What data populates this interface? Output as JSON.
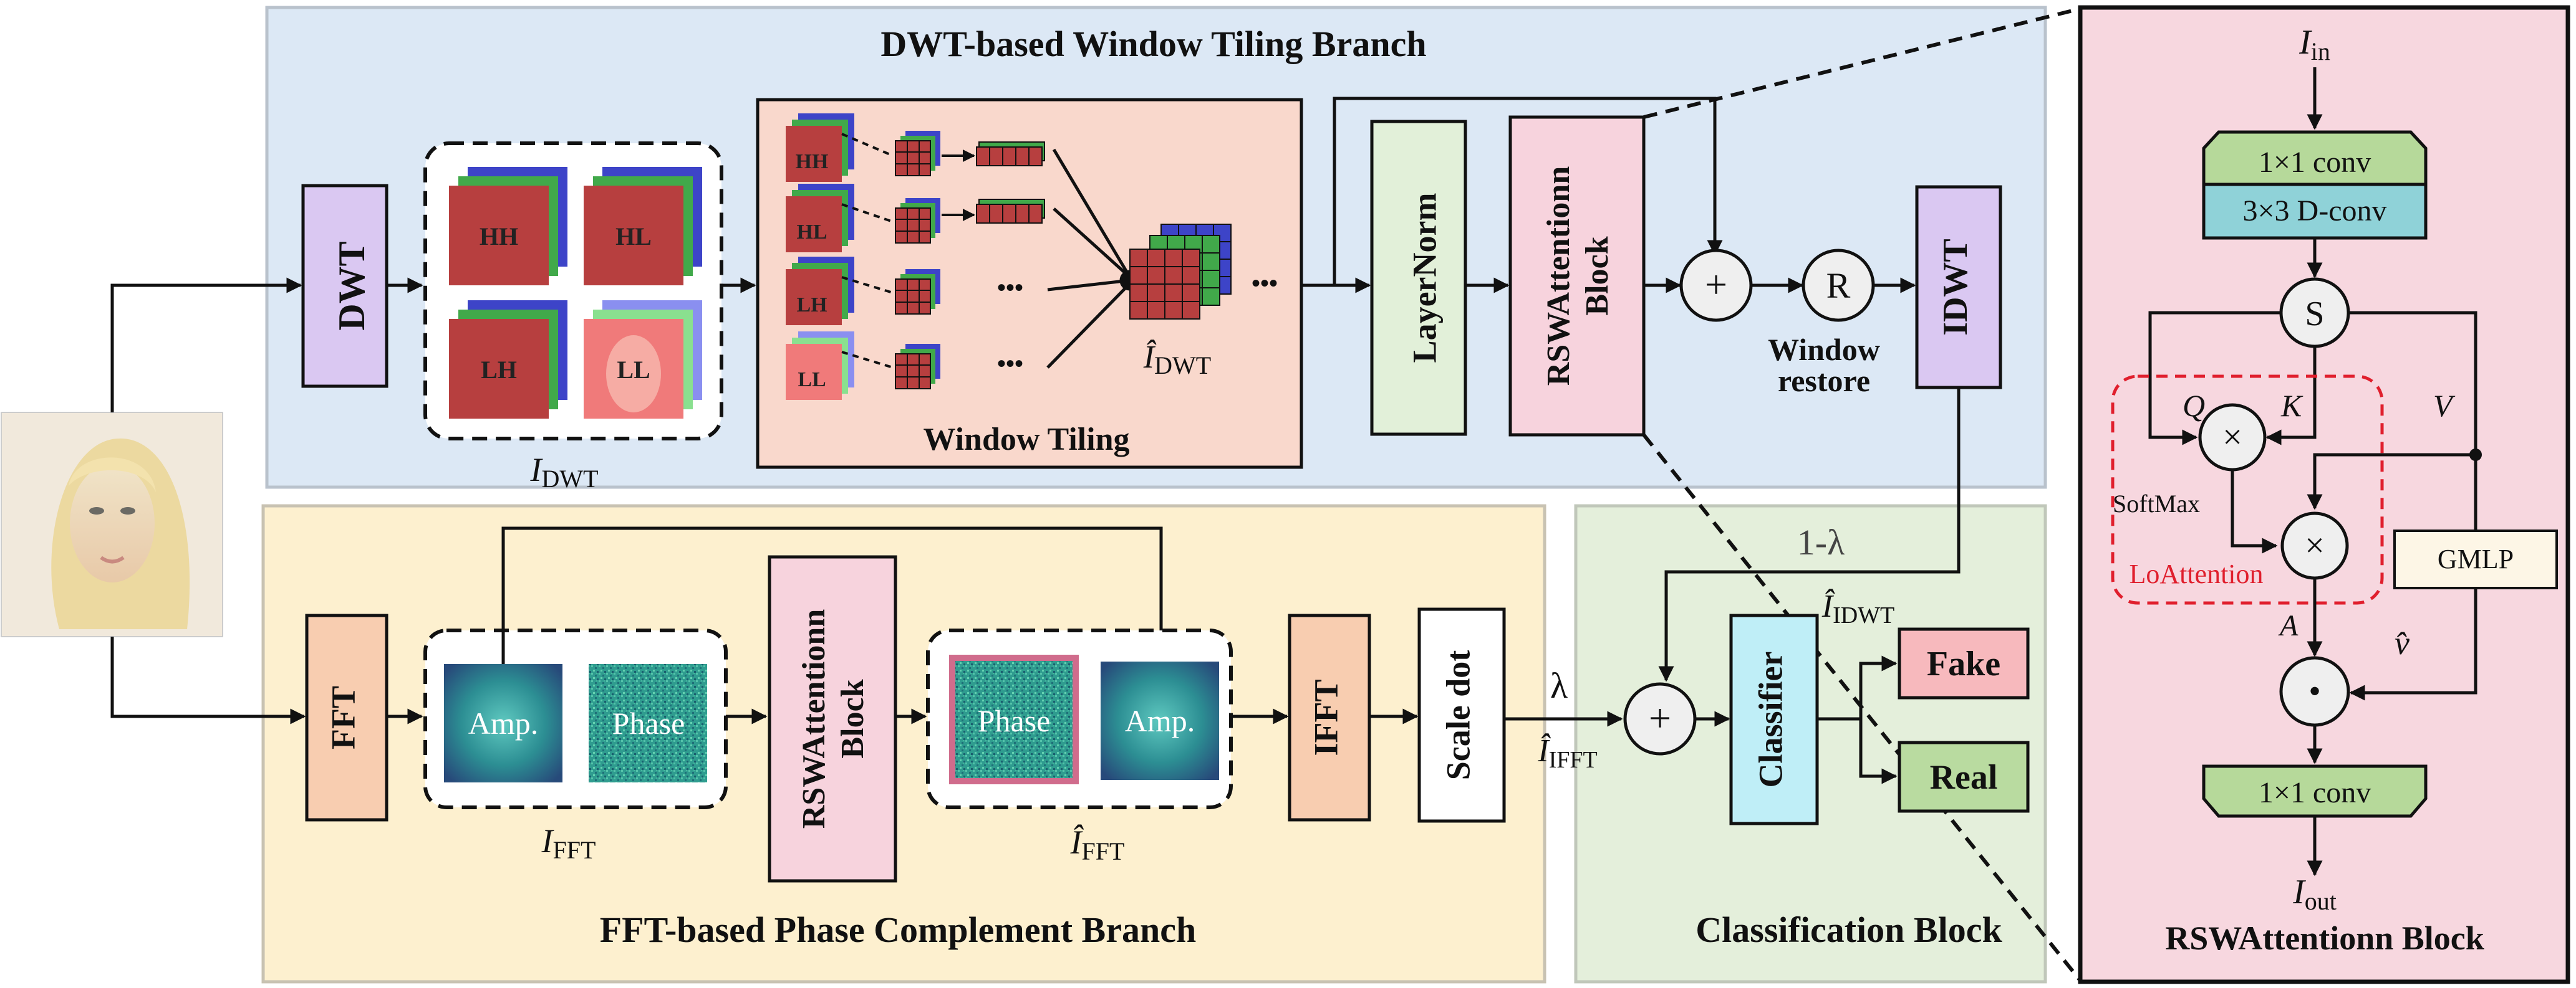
{
  "dwt_branch": {
    "title": "DWT-based Window Tiling Branch",
    "dwt_label": "DWT",
    "subbands": [
      "HH",
      "HL",
      "LH",
      "LL"
    ],
    "i_dwt_label": {
      "base": "I",
      "sub": "DWT"
    },
    "window_tiling_label": "Window Tiling",
    "tiling_rows": [
      "HH",
      "HL",
      "LH",
      "LL"
    ],
    "ellipsis": "•••",
    "i_hat_dwt_label": {
      "base": "Î",
      "sub": "DWT"
    },
    "layernorm_label": "LayerNorm",
    "rswattention_label": [
      "RSWAttentionn",
      "Block"
    ],
    "plus_symbol": "+",
    "restore_symbol": "R",
    "window_restore_label": [
      "Window",
      "restore"
    ],
    "idwt_label": "IDWT"
  },
  "fft_branch": {
    "title": "FFT-based Phase Complement Branch",
    "fft_label": "FFT",
    "amp_label": "Amp.",
    "phase_label": "Phase",
    "i_fft_label": {
      "base": "I",
      "sub": "FFT"
    },
    "rswattention_label": [
      "RSWAttentionn",
      "Block"
    ],
    "i_hat_fft_label": {
      "base": "Î",
      "sub": "FFT"
    },
    "ifft_label": "IFFT",
    "scale_dot_label": "Scale dot",
    "lambda_label": "λ",
    "i_hat_ifft_label": {
      "base": "Î",
      "sub": "IFFT"
    }
  },
  "classification": {
    "title": "Classification Block",
    "one_minus_lambda": "1-λ",
    "i_hat_idwt_label": {
      "base": "Î",
      "sub": "IDWT"
    },
    "plus_symbol": "+",
    "classifier_label": "Classifier",
    "fake_label": "Fake",
    "real_label": "Real"
  },
  "rsw_block": {
    "title": "RSWAttentionn Block",
    "input_label": {
      "base": "I",
      "sub": "in"
    },
    "conv1_label": "1×1 conv",
    "dconv_label": "3×3 D-conv",
    "split_symbol": "S",
    "q_label": "Q",
    "k_label": "K",
    "v_label": "V",
    "multiply_symbol": "×",
    "softmax_label": "SoftMax",
    "loattention_label": "LoAttention",
    "gmlp_label": "GMLP",
    "a_label": "A",
    "v_hat_label": "v̂",
    "dot_symbol": "•",
    "conv_out_label": "1×1 conv",
    "output_label": {
      "base": "I",
      "sub": "out"
    }
  },
  "colors": {
    "dwt_panel": "#dce8f5",
    "fft_panel": "#fdf0cf",
    "class_panel": "#e4efdb",
    "rsw_panel": "#f7d7df",
    "dwt_box": "#dac8f2",
    "tiling_panel": "#f9d8cc",
    "layernorm_box": "#e2f0d9",
    "rsw_box": "#f7d3dd",
    "fft_box": "#f8cdb0",
    "classifier_box": "#bfeef7",
    "fake_box": "#f7b9bd",
    "real_box": "#b9dba0",
    "conv_top": "#b6d99a",
    "dconv": "#8fd2d8",
    "gmlp": "#fdf6e6",
    "loattention_red": "#e01f2d",
    "red_tile": "#b73f3f",
    "green_tile": "#41a94a",
    "blue_tile": "#3d44c8"
  }
}
